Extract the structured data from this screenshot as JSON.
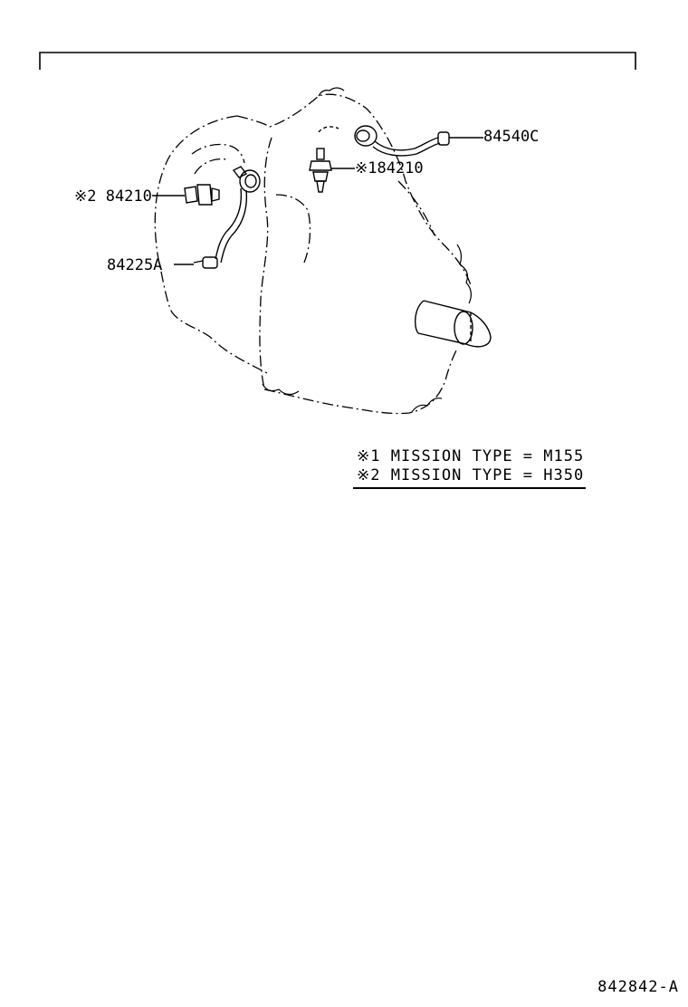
{
  "callouts": {
    "right_harness": "84540C",
    "switch_m155": "※184210",
    "switch_h350": "※2 84210",
    "left_harness": "84225A"
  },
  "notes": [
    {
      "mark": "※1",
      "text": "MISSION TYPE = M155"
    },
    {
      "mark": "※2",
      "text": "MISSION TYPE = H350"
    }
  ],
  "figure_code": "842842-A"
}
